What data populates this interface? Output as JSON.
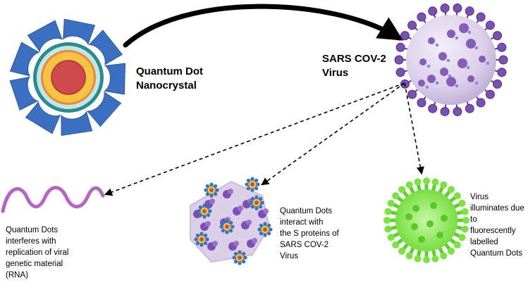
{
  "labels": {
    "qd_title": "Quantum Dot\nNanocrystal",
    "virus_title": "SARS COV-2\nVirus",
    "rna_caption": "Quantum Dots\ninterferes  with\nreplication of viral\ngenetic material\n(RNA)",
    "sprotein_caption": "Quantum Dots\ninteract with\nthe S proteins of\nSARS COV-2\nVirus",
    "illuminate_caption": "Virus\nilluminates due\nto\nfluorescently\nlabelled\nQuantum Dots"
  },
  "colors": {
    "ligand_blue": "#3b6fc1",
    "shell_teal": "#2e8b8b",
    "shell_light": "#bfe6ea",
    "layer_yellow": "#f6c344",
    "layer_orange": "#e98a2e",
    "core_red": "#cf4a4e",
    "virus_body": "#e6dcef",
    "virus_spike": "#7b4fb3",
    "rna_pink": "#b565c4",
    "glow_green": "#79e33f"
  },
  "icons": {
    "nanocrystal": "quantum-dot-nanocrystal-icon",
    "virus": "sars-cov-2-virus-icon",
    "rna": "rna-strand-icon",
    "virus_with_dots": "virus-with-quantum-dots-icon",
    "glowing_virus": "fluorescent-virus-icon"
  }
}
